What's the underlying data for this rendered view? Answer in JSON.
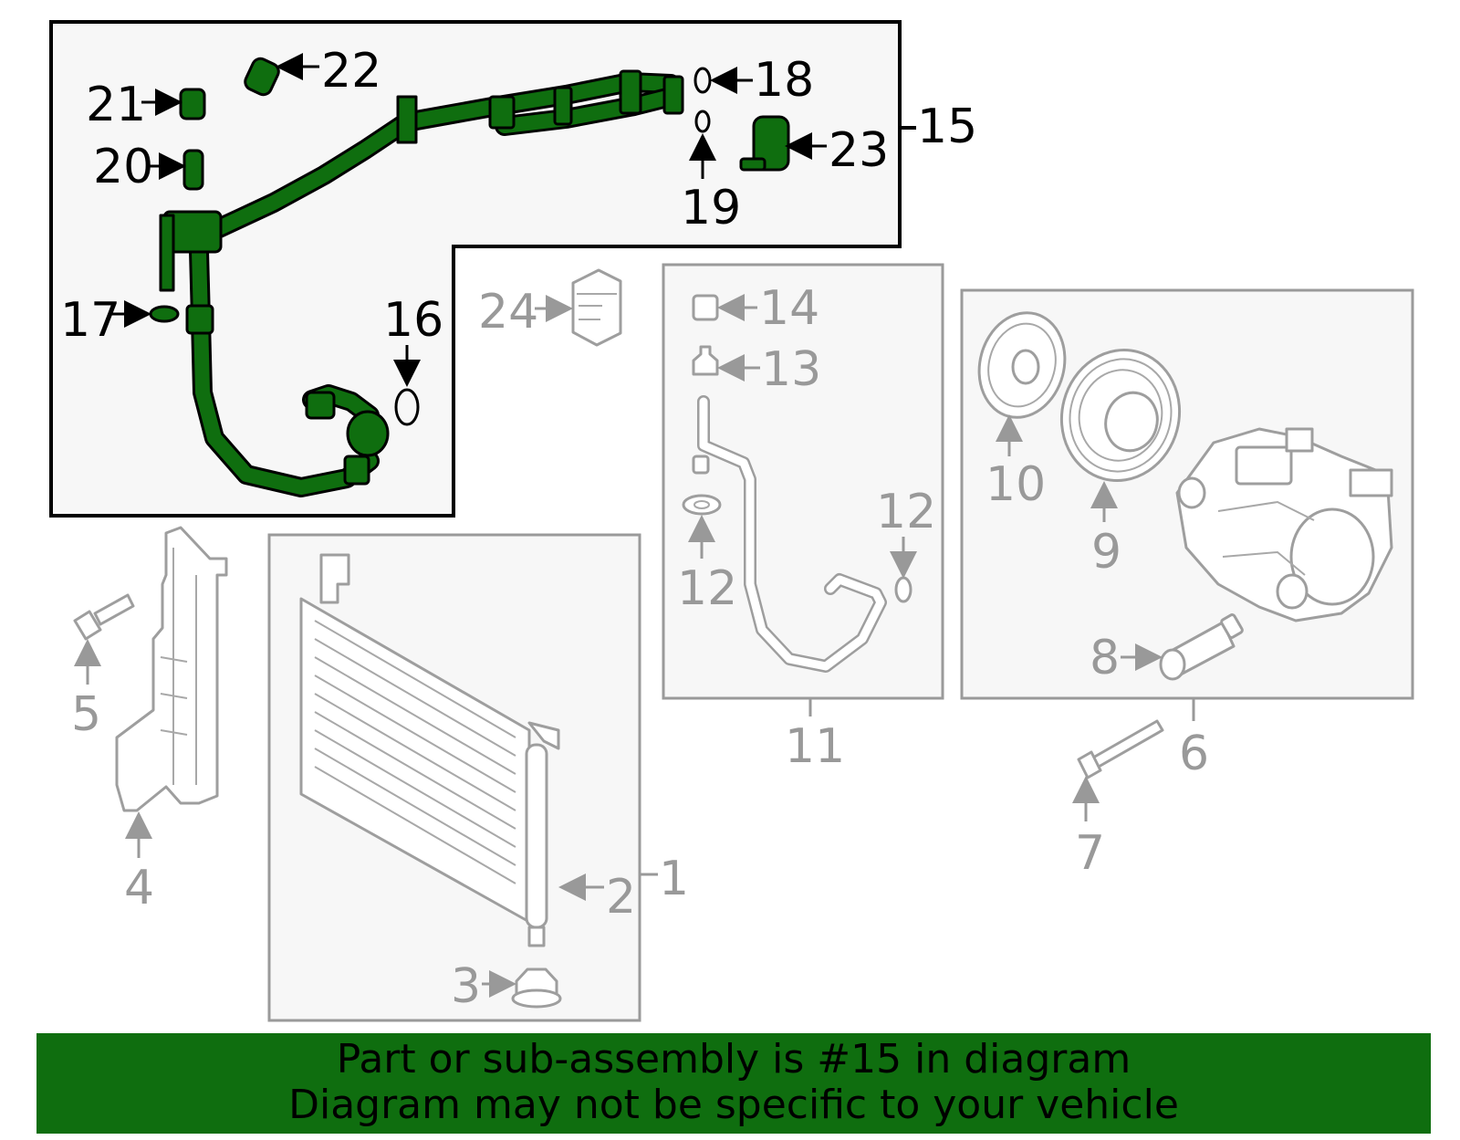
{
  "callouts": {
    "n1": "1",
    "n2": "2",
    "n3": "3",
    "n4": "4",
    "n5": "5",
    "n6": "6",
    "n7": "7",
    "n8": "8",
    "n9": "9",
    "n10": "10",
    "n11": "11",
    "n12a": "12",
    "n12b": "12",
    "n13": "13",
    "n14": "14",
    "n15": "15",
    "n16": "16",
    "n17": "17",
    "n18": "18",
    "n19": "19",
    "n20": "20",
    "n21": "21",
    "n22": "22",
    "n23": "23",
    "n24": "24"
  },
  "banner": {
    "line1": "Part or sub-assembly is #15 in diagram",
    "line2": "Diagram may not be specific to your vehicle"
  },
  "colors": {
    "highlight": "#0f6e0f",
    "other_parts": "#9e9e9e",
    "highlight_outline": "#000000"
  },
  "highlighted_part": "15"
}
